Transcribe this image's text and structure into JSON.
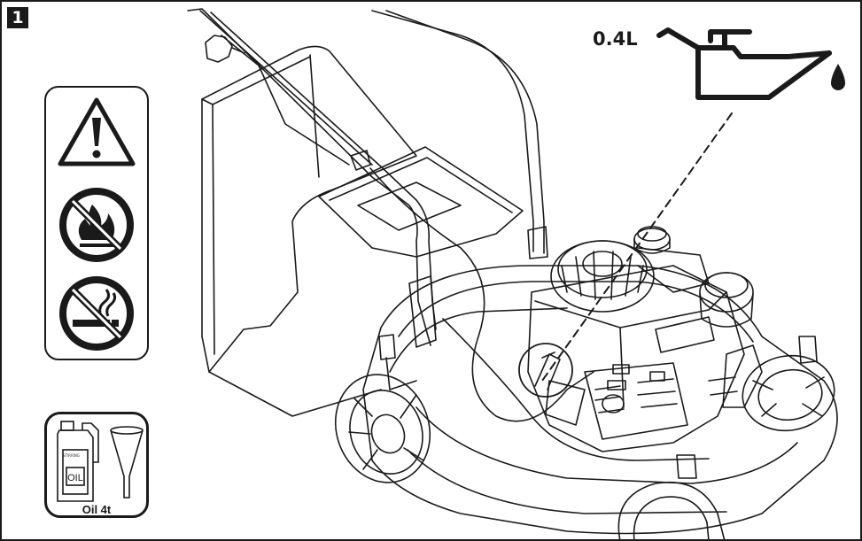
{
  "step": {
    "number": "1"
  },
  "oil": {
    "quantity": "0.4L",
    "bottle_label": "OIL",
    "bottle_brand": "STIRRING",
    "type_label": "Oil 4t"
  },
  "icons": [
    "warning-triangle-icon",
    "no-open-flame-icon",
    "no-smoking-icon",
    "oil-can-icon",
    "oil-bottle-icon",
    "funnel-icon"
  ],
  "colors": {
    "line": "#1a1a1a",
    "background": "#ffffff"
  }
}
